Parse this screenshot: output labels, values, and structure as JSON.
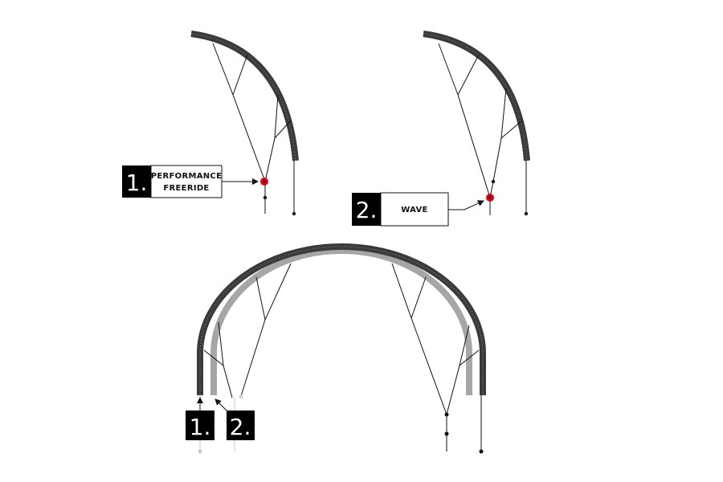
{
  "callouts": {
    "performance_freeride": {
      "number": "1.",
      "line1": "PERFORMANCE",
      "line2": "FREERIDE"
    },
    "wave": {
      "number": "2.",
      "label": "WAVE"
    }
  },
  "bottom_badges": {
    "first": "1.",
    "second": "2."
  },
  "colors": {
    "tube_dark": "#3a3a3a",
    "tube_light": "#a6a6a6",
    "line": "#111111",
    "line_light": "#c9c9c9",
    "highlight": "#e0001b",
    "badge": "#000000"
  }
}
